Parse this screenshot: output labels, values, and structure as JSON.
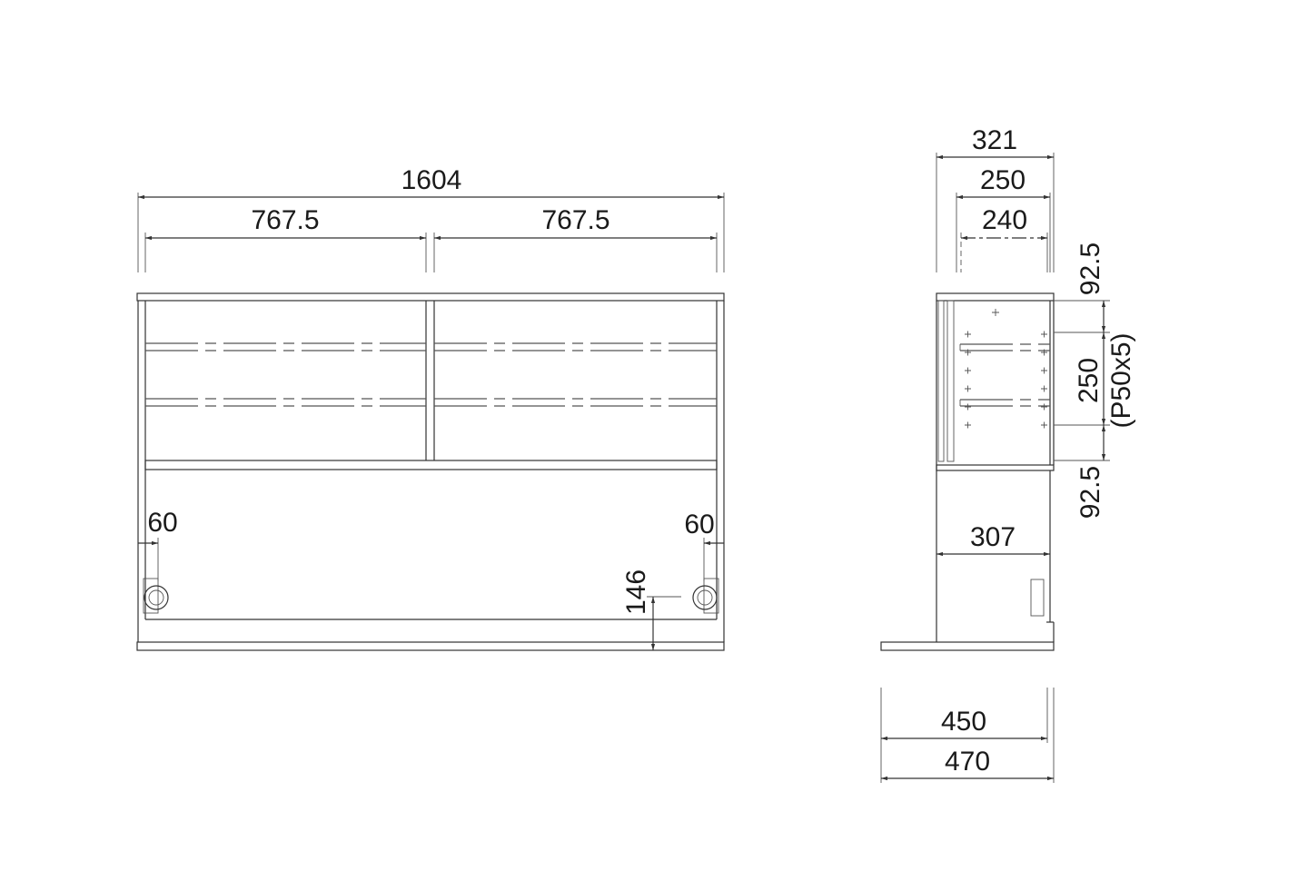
{
  "front_view": {
    "overall_width": "1604",
    "left_bay_width": "767.5",
    "right_bay_width": "767.5",
    "left_caster_offset": "60",
    "right_caster_offset": "60",
    "base_height": "146"
  },
  "side_view": {
    "top_depth": "321",
    "inner_depth": "250",
    "shelf_depth": "240",
    "upper_margin": "92.5",
    "shelf_pitch": "250",
    "shelf_pitch_note": "(P50x5)",
    "lower_margin": "92.5",
    "lower_depth": "307",
    "base_depth": "450",
    "overall_depth": "470"
  }
}
